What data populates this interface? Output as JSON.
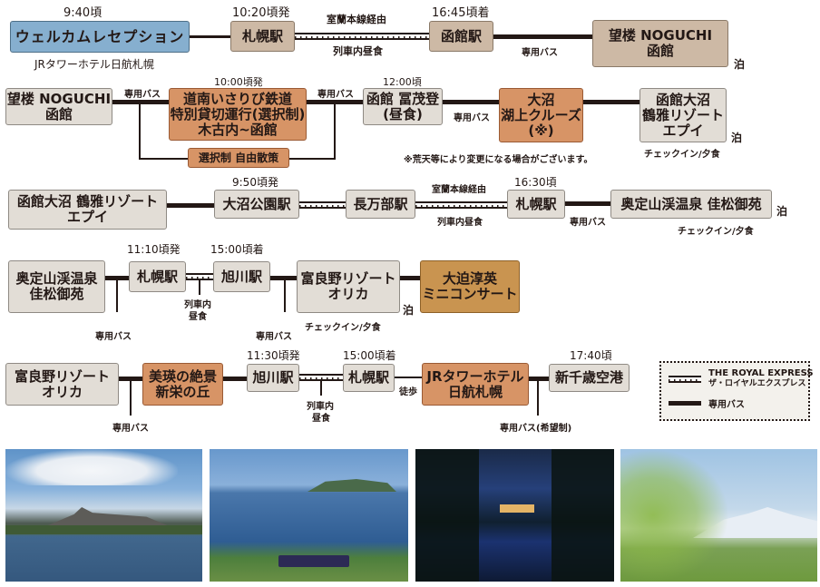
{
  "colors": {
    "line": "#231815",
    "station_box": "#d8cfc6",
    "hotel_box": "#cdb9a5",
    "activity_box": "#d79466",
    "concert_box": "#c99450",
    "reception_box": "#86afcf",
    "legend_bg": "#f3f1ec"
  },
  "row1": {
    "time_reception": "9:40頃",
    "reception": "ウェルカムレセプション",
    "reception_sub": "JRタワーホテル日航札幌",
    "time_sapporo": "10:20頃発",
    "sapporo": "札幌駅",
    "rail_top": "室蘭本線経由",
    "rail_bottom": "列車内昼食",
    "time_hakodate": "16:45頃着",
    "hakodate": "函館駅",
    "bus_label": "専用バス",
    "hotel_line1": "望楼 NOGUCHI",
    "hotel_line2": "函館",
    "stay": "泊"
  },
  "row2": {
    "hotel_line1": "望楼 NOGUCHI",
    "hotel_line2": "函館",
    "bus_label_1": "専用バス",
    "time_railway": "10:00頃発",
    "railway_line1": "道南いさりび鉄道",
    "railway_line2": "特別貸切運行(選択制)",
    "railway_line3": "木古内~函館",
    "alt_option": "選択制 自由散策",
    "bus_label_2": "専用バス",
    "time_lunch": "12:00頃",
    "lunch_line1": "函館 冨茂登",
    "lunch_line2": "(昼食)",
    "bus_label_3": "専用バス",
    "cruise_line1": "大沼",
    "cruise_line2": "湖上クルーズ",
    "cruise_line3": "(※)",
    "note": "※荒天等により変更になる場合がございます。",
    "resort_line1": "函館大沼",
    "resort_line2": "鶴雅リゾート",
    "resort_line3": "エプイ",
    "checkin": "チェックイン/夕食",
    "stay": "泊"
  },
  "row3": {
    "resort_line1": "函館大沼 鶴雅リゾート",
    "resort_line2": "エプイ",
    "time_onuma": "9:50頃発",
    "onuma_station": "大沼公園駅",
    "oshamambe": "長万部駅",
    "rail_top": "室蘭本線経由",
    "rail_bottom": "列車内昼食",
    "time_sapporo": "16:30頃",
    "sapporo": "札幌駅",
    "bus_label": "専用バス",
    "hotel": "奥定山渓温泉 佳松御苑",
    "checkin": "チェックイン/夕食",
    "stay": "泊"
  },
  "row4": {
    "hotel_line1": "奥定山渓温泉",
    "hotel_line2": "佳松御苑",
    "bus_label_1": "専用バス",
    "time_sapporo": "11:10頃発",
    "sapporo": "札幌駅",
    "lunch_line1": "列車内",
    "lunch_line2": "昼食",
    "time_asahikawa": "15:00頃着",
    "asahikawa": "旭川駅",
    "bus_label_2": "専用バス",
    "resort_line1": "富良野リゾート",
    "resort_line2": "オリカ",
    "checkin": "チェックイン/夕食",
    "stay": "泊",
    "concert_line1": "大迫淳英",
    "concert_line2": "ミニコンサート"
  },
  "row5": {
    "resort_line1": "富良野リゾート",
    "resort_line2": "オリカ",
    "bus_label_1": "専用バス",
    "view_line1": "美瑛の絶景",
    "view_line2": "新栄の丘",
    "time_asahikawa": "11:30頃発",
    "asahikawa": "旭川駅",
    "lunch_line1": "列車内",
    "lunch_line2": "昼食",
    "time_sapporo": "15:00頃着",
    "sapporo": "札幌駅",
    "walk": "徒歩",
    "hotel_line1": "JRタワーホテル",
    "hotel_line2": "日航札幌",
    "bus_label_2": "専用バス(希望制)",
    "time_airport": "17:40頃",
    "airport": "新千歳空港"
  },
  "legend": {
    "train_en": "THE ROYAL EXPRESS",
    "train_jp": "ザ・ロイヤルエクスプレス",
    "bus": "専用バス"
  },
  "photos": [
    {
      "name": "lake-onuma-komagatake-photo"
    },
    {
      "name": "coast-train-photo"
    },
    {
      "name": "night-resort-reflection-photo"
    },
    {
      "name": "mountain-tree-photo"
    }
  ]
}
